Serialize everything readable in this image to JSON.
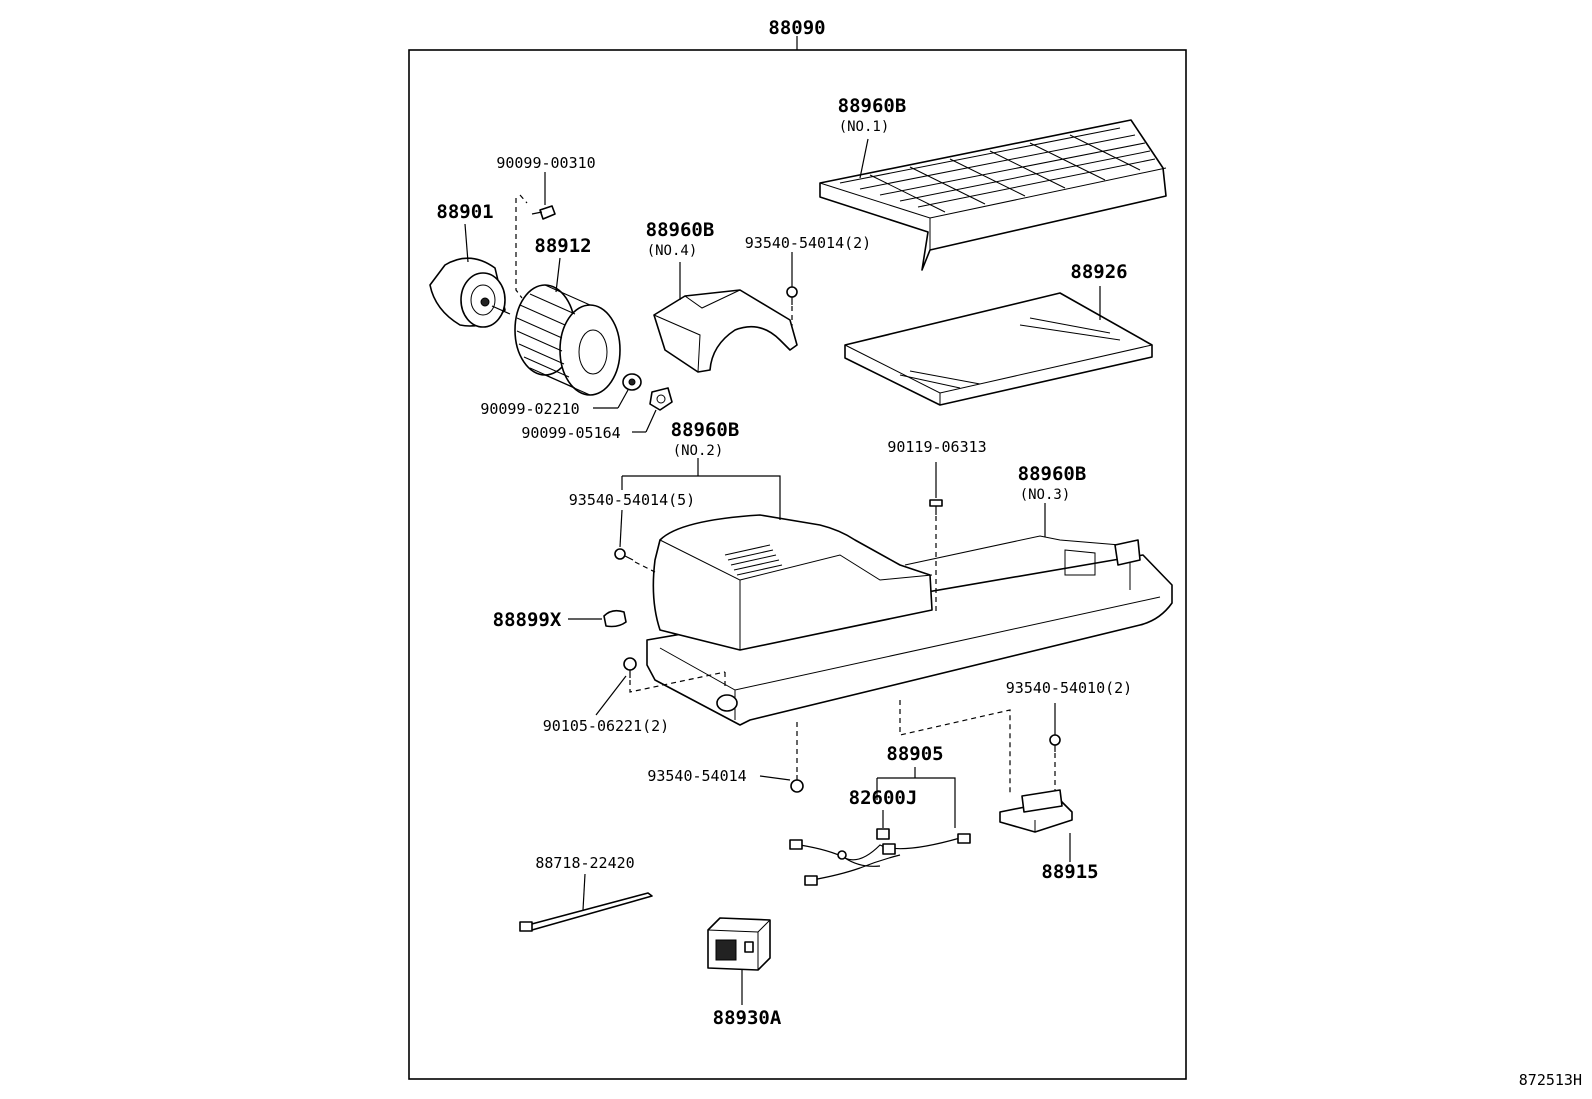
{
  "labels": {
    "assembly": "88090",
    "diagram_id": "872513H",
    "filter_cover_no1": "88960B",
    "filter_cover_no1_note": "(NO.1)",
    "screw_00310": "90099-00310",
    "motor": "88901",
    "fan": "88912",
    "case_no4": "88960B",
    "case_no4_note": "(NO.4)",
    "screw_54014_2": "93540-54014(2)",
    "filter": "88926",
    "washer": "90099-02210",
    "nut": "90099-05164",
    "case_no2": "88960B",
    "case_no2_note": "(NO.2)",
    "bolt_06313": "90119-06313",
    "case_no3": "88960B",
    "case_no3_note": "(NO.3)",
    "screw_54014_5": "93540-54014(5)",
    "grommet": "88899X",
    "screw_54010_2": "93540-54010(2)",
    "bolt_06221_2": "90105-06221(2)",
    "harness": "88905",
    "screw_54014": "93540-54014",
    "relay": "82600J",
    "tie_band": "88718-22420",
    "resistor": "88915",
    "switch": "88930A"
  }
}
